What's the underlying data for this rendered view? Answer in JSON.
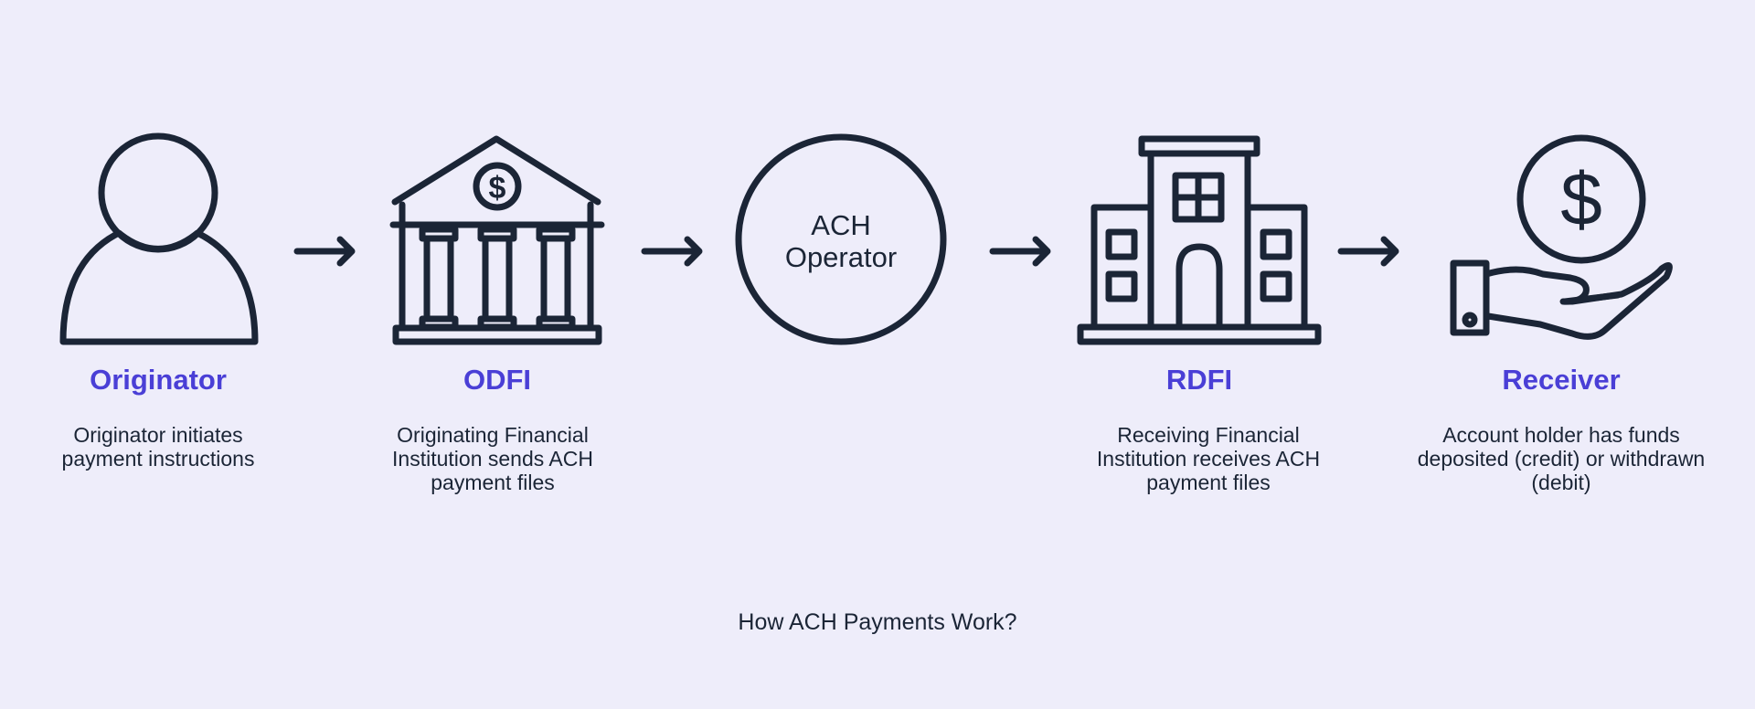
{
  "colors": {
    "background": "#eeedfa",
    "icon_stroke": "#1b2536",
    "title_accent": "#4a3fd6",
    "text": "#1b2536"
  },
  "nodes": [
    {
      "icon": "person-icon",
      "title": "Originator",
      "description": "Originator initiates payment instructions"
    },
    {
      "icon": "bank-icon",
      "title": "ODFI",
      "description": "Originating Financial Institution sends ACH payment files"
    },
    {
      "icon": "ach-operator-circle",
      "label_line1": "ACH",
      "label_line2": "Operator"
    },
    {
      "icon": "building-icon",
      "title": "RDFI",
      "description": "Receiving Financial Institution receives ACH payment files"
    },
    {
      "icon": "hand-money-icon",
      "title": "Receiver",
      "description": "Account holder has funds deposited (credit) or withdrawn (debit)"
    }
  ],
  "bank_symbol": "$",
  "money_symbol": "$",
  "caption": "How ACH Payments Work?"
}
